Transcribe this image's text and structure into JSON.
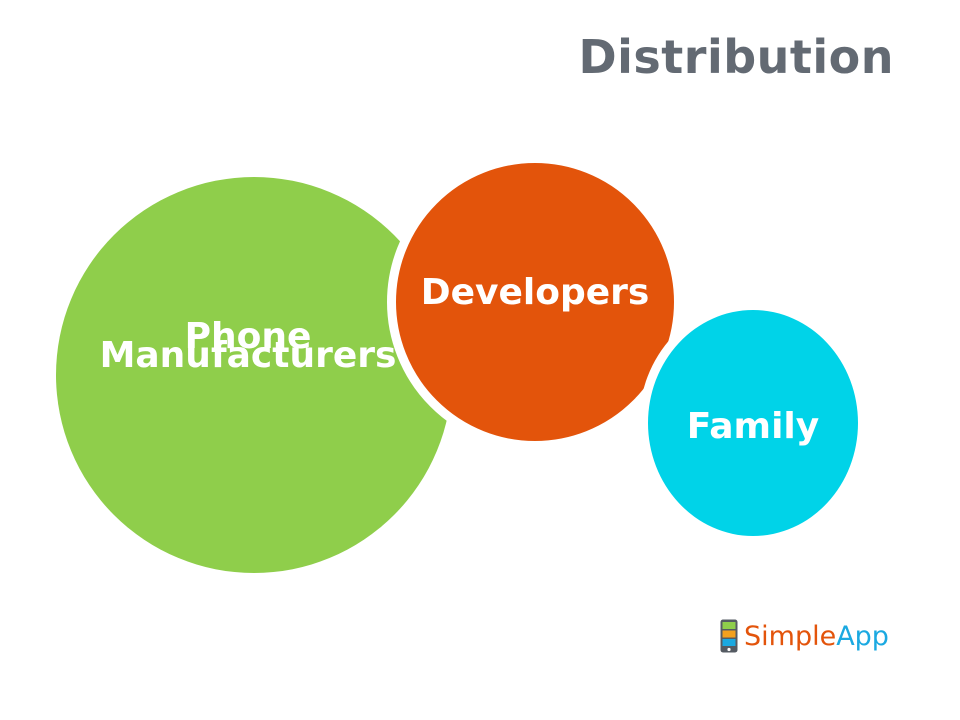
{
  "slide": {
    "title": "Distribution"
  },
  "diagram": {
    "circles": [
      {
        "label_line1": "Phone",
        "label_line2": "Manufacturers",
        "color": "#8fce4b"
      },
      {
        "label": "Developers",
        "color": "#e3540b"
      },
      {
        "label": "Family",
        "color": "#00d3e8"
      }
    ]
  },
  "logo": {
    "word_simple": "Simple",
    "word_app": "App",
    "icon": "phone-icon",
    "colors": {
      "simple": "#e3540b",
      "app": "#1ba9e1",
      "icon_green": "#8fce4b"
    }
  }
}
